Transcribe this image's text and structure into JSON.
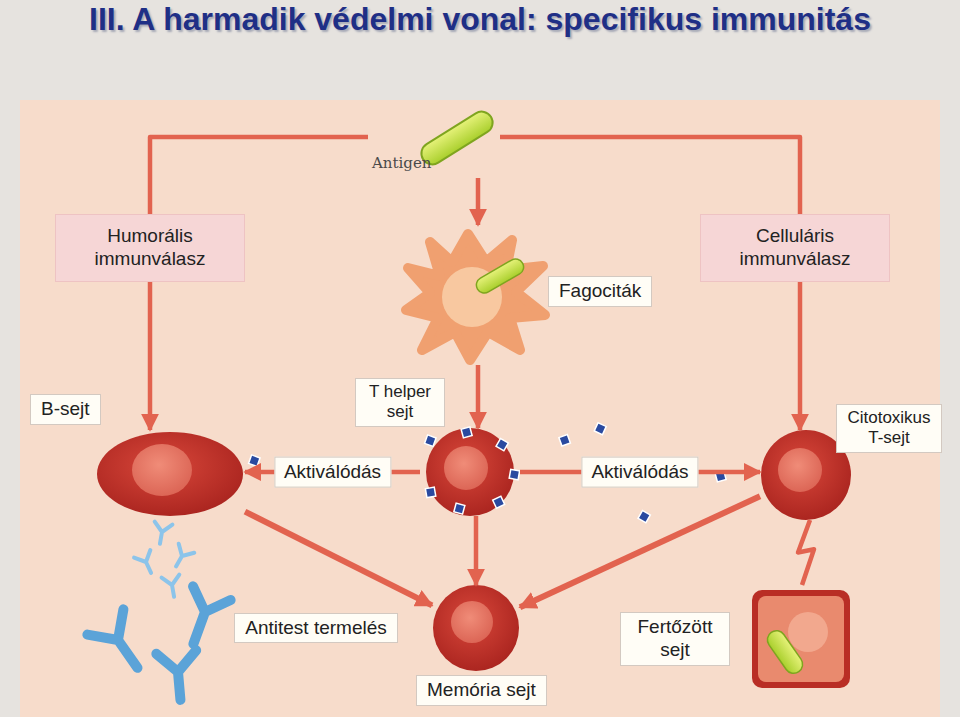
{
  "diagram": {
    "title": "III. A harmadik védelmi vonal: specifikus immunitás",
    "nodes": [
      {
        "text": [
          "Antigen"
        ]
      },
      {
        "text": [
          "Humorális immunválasz"
        ]
      },
      {
        "text": [
          "Fagociták"
        ]
      },
      {
        "text": [
          "Celluláris immunválasz"
        ]
      },
      {
        "text": [
          "B-sejt"
        ]
      },
      {
        "text": [
          "T helper sejt"
        ]
      },
      {
        "text": [
          "Citotoxikus T-sejt"
        ]
      },
      {
        "text": [
          "Antitest termelés"
        ]
      },
      {
        "text": [
          "Memória sejt"
        ]
      },
      {
        "text": [
          "Fertőzött sejt"
        ]
      }
    ],
    "edges": [
      {
        "from": 0,
        "to": 1,
        "arrow": "none"
      },
      {
        "from": 1,
        "to": 4,
        "arrow": "to"
      },
      {
        "from": 0,
        "to": 3,
        "arrow": "none"
      },
      {
        "from": 3,
        "to": 6,
        "arrow": "to"
      },
      {
        "from": 0,
        "to": 2,
        "arrow": "to"
      },
      {
        "from": 2,
        "to": 5,
        "arrow": "to"
      },
      {
        "from": 5,
        "to": 4,
        "label": "Aktiválódás",
        "arrow": "to"
      },
      {
        "from": 5,
        "to": 6,
        "label": "Aktiválódás",
        "arrow": "to"
      },
      {
        "from": 5,
        "to": 8,
        "arrow": "to"
      },
      {
        "from": 4,
        "to": 8,
        "arrow": "to"
      },
      {
        "from": 6,
        "to": 8,
        "arrow": "to"
      },
      {
        "from": 6,
        "to": 9,
        "arrow": "none"
      }
    ]
  }
}
